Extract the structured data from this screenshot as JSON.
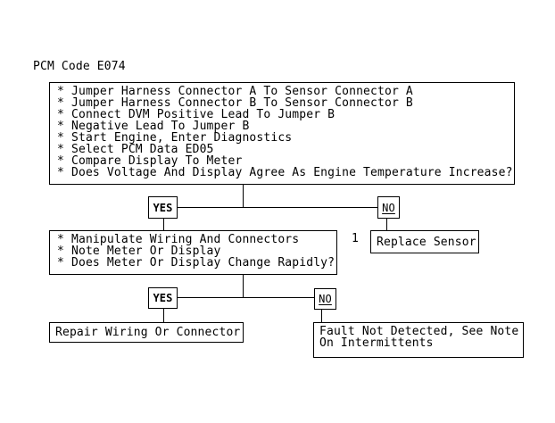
{
  "colors": {
    "background": "#ffffff",
    "ink": "#000000"
  },
  "title": "PCM Code E074",
  "bullet_char": "*",
  "step1": {
    "items": [
      "Jumper Harness Connector A To Sensor Connector A",
      "Jumper Harness Connector B To Sensor Connector B",
      "Connect DVM Positive Lead To Jumper B",
      "Negative Lead To Jumper B",
      "Start Engine, Enter Diagnostics",
      "Select PCM Data ED05",
      "Compare Display To Meter",
      "Does Voltage And Display Agree As Engine Temperature Increase?"
    ]
  },
  "decision1": {
    "yes": "YES",
    "no": "NO"
  },
  "branch1_no": {
    "ref": "1",
    "label": "Replace Sensor"
  },
  "step2": {
    "items": [
      "Manipulate Wiring And Connectors",
      "Note Meter Or Display",
      "Does Meter Or Display Change Rapidly?"
    ]
  },
  "decision2": {
    "yes": "YES",
    "no": "NO"
  },
  "branch2_yes": {
    "label": "Repair Wiring Or Connector"
  },
  "branch2_no": {
    "lines": [
      "Fault Not Detected, See Note",
      "On Intermittents"
    ]
  }
}
